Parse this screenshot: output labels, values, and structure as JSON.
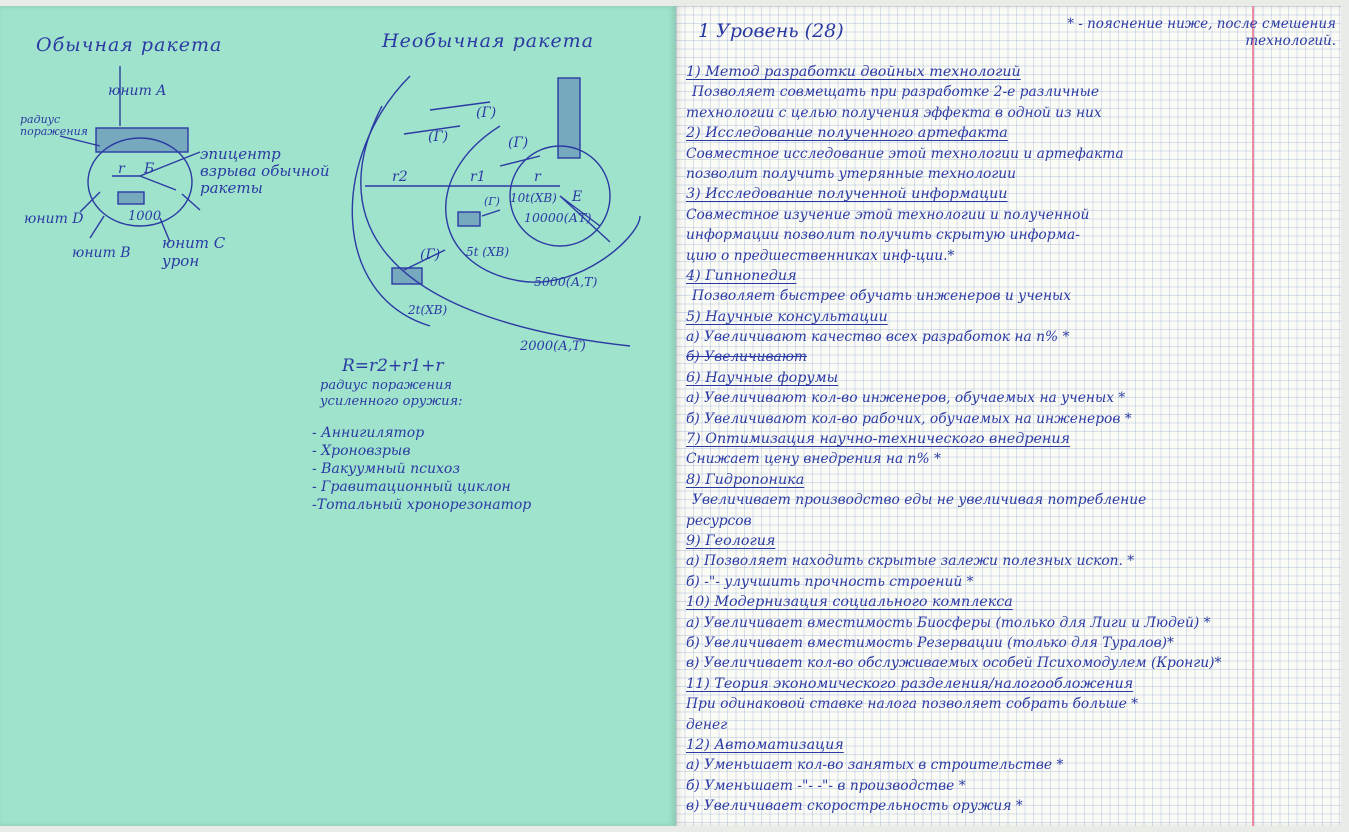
{
  "left": {
    "titles": {
      "guided": "Обычная ракета",
      "unguided": "Необычная ракета"
    },
    "guided_labels": {
      "unit_a": "юнит A",
      "radius": "радиус\nпоражения",
      "epicenter": "эпицентр\nвзрыва обычной\nракеты",
      "r": "r",
      "b": "Б",
      "unit_d": "юнит D",
      "num": "1000",
      "unit_b": "юнит B",
      "unit_c": "юнит C\nурон"
    },
    "unguided_labels": {
      "g": "(Г)",
      "r2": "r2",
      "r1": "r1",
      "r": "r",
      "e": "E",
      "d10": "10t(XB)",
      "d10000": "10000(АТ)",
      "d5": "5t (XB)",
      "d5000": "5000(А,Т)",
      "d2": "2t(XB)",
      "d2000": "2000(А,Т)"
    },
    "formula": "R=r2+r1+r",
    "formula_sub": "радиус поражения\nусиленного оружия:",
    "weapons": [
      "- Аннигилятор",
      "- Хроновзрыв",
      "- Вакуумный психоз",
      "- Гравитационный циклон",
      "-Тотальный хронорезонатор"
    ]
  },
  "right": {
    "level_title": "1 Уровень (28)",
    "footnote": "* - пояснение ниже, после смешения технологий.",
    "lines": [
      {
        "t": "1) Метод разработки двойных технологий",
        "k": "head"
      },
      {
        "t": "Позволяет совмещать при разработке 2-е различные",
        "k": "ind"
      },
      {
        "t": "технологии с целью получения эффекта в одной из них",
        "k": ""
      },
      {
        "t": "2) Исследование полученного артефакта",
        "k": "head"
      },
      {
        "t": "Совместное исследование этой технологии и артефакта",
        "k": ""
      },
      {
        "t": "позволит получить утерянные технологии",
        "k": ""
      },
      {
        "t": "3) Исследование полученной информации",
        "k": "head"
      },
      {
        "t": "Совместное изучение этой технологии и полученной",
        "k": ""
      },
      {
        "t": "информации позволит получить скрытую информа-",
        "k": ""
      },
      {
        "t": "цию о предшественниках инф-ции.*",
        "k": ""
      },
      {
        "t": "4) Гипнопедия",
        "k": "head"
      },
      {
        "t": "Позволяет быстрее обучать инженеров и ученых",
        "k": "ind"
      },
      {
        "t": "5) Научные консультации",
        "k": "head"
      },
      {
        "t": "а) Увеличивают качество всех разработок на n% *",
        "k": ""
      },
      {
        "t": "б) Увеличивают",
        "k": "strike"
      },
      {
        "t": "6) Научные форумы",
        "k": "head"
      },
      {
        "t": "а) Увеличивают кол-во инженеров, обучаемых на ученых *",
        "k": ""
      },
      {
        "t": "б) Увеличивают кол-во рабочих, обучаемых на инженеров *",
        "k": ""
      },
      {
        "t": "7) Оптимизация научно-технического внедрения",
        "k": "head"
      },
      {
        "t": "Снижает цену внедрения на n% *",
        "k": ""
      },
      {
        "t": "8) Гидропоника",
        "k": "head"
      },
      {
        "t": "Увеличивает производство еды не увеличивая потребление",
        "k": "ind"
      },
      {
        "t": "ресурсов",
        "k": ""
      },
      {
        "t": "9) Геология",
        "k": "head"
      },
      {
        "t": "а) Позволяет находить скрытые залежи полезных ископ. *",
        "k": ""
      },
      {
        "t": "б) -\"- улучшить прочность строений *",
        "k": ""
      },
      {
        "t": "10) Модернизация социального комплекса",
        "k": "head"
      },
      {
        "t": "а) Увеличивает вместимость Биосферы (только для Лиги и Людей) *",
        "k": ""
      },
      {
        "t": "б) Увеличивает вместимость Резервации (только для Туралов)*",
        "k": ""
      },
      {
        "t": "в) Увеличивает кол-во обслуживаемых особей Психомодулем (Кронги)*",
        "k": ""
      },
      {
        "t": "11) Теория экономического разделения/налогообложения",
        "k": "head"
      },
      {
        "t": "При одинаковой ставке налога позволяет собрать больше *",
        "k": ""
      },
      {
        "t": "денег",
        "k": ""
      },
      {
        "t": "12) Автоматизация",
        "k": "head"
      },
      {
        "t": "а) Уменьшает кол-во занятых в строительстве *",
        "k": ""
      },
      {
        "t": "б) Уменьшает -\"- -\"- в производстве *",
        "k": ""
      },
      {
        "t": "в) Увеличивает скорострельность оружия *",
        "k": ""
      }
    ]
  }
}
